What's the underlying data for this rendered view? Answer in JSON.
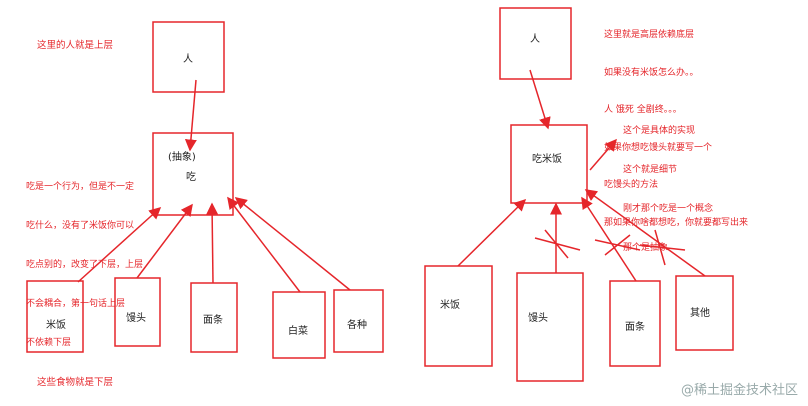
{
  "left": {
    "note_top": "这里的人就是上层",
    "note_middle": [
      "吃是一个行为，但是不一定",
      "吃什么，没有了米饭你可以",
      "吃点别的，改变了下层，上层",
      "不会耦合，第一句话上层",
      "不依赖下层"
    ],
    "note_bottom": "这些食物就是下层",
    "person": "人",
    "abstract_tag": "(抽象)",
    "eat": "吃",
    "foods": [
      "米饭",
      "馒头",
      "面条",
      "白菜",
      "各种"
    ]
  },
  "right": {
    "note_top": [
      "这里就是高层依赖底层",
      "如果没有米饭怎么办。。",
      "人 饿死 全剧终。。。",
      "如果你想吃馒头就要写一个",
      "吃馒头的方法",
      "那如果你啥都想吃，你就要都写出来"
    ],
    "note_detail": [
      "这个是具体的实现",
      "这个就是细节",
      "刚才那个吃是一个概念",
      "那个是抽象"
    ],
    "person": "人",
    "eat_rice": "吃米饭",
    "foods": [
      "米饭",
      "馒头",
      "面条",
      "其他"
    ]
  },
  "watermark": "@稀土掘金技术社区",
  "colors": {
    "accent": "#e5262b"
  }
}
